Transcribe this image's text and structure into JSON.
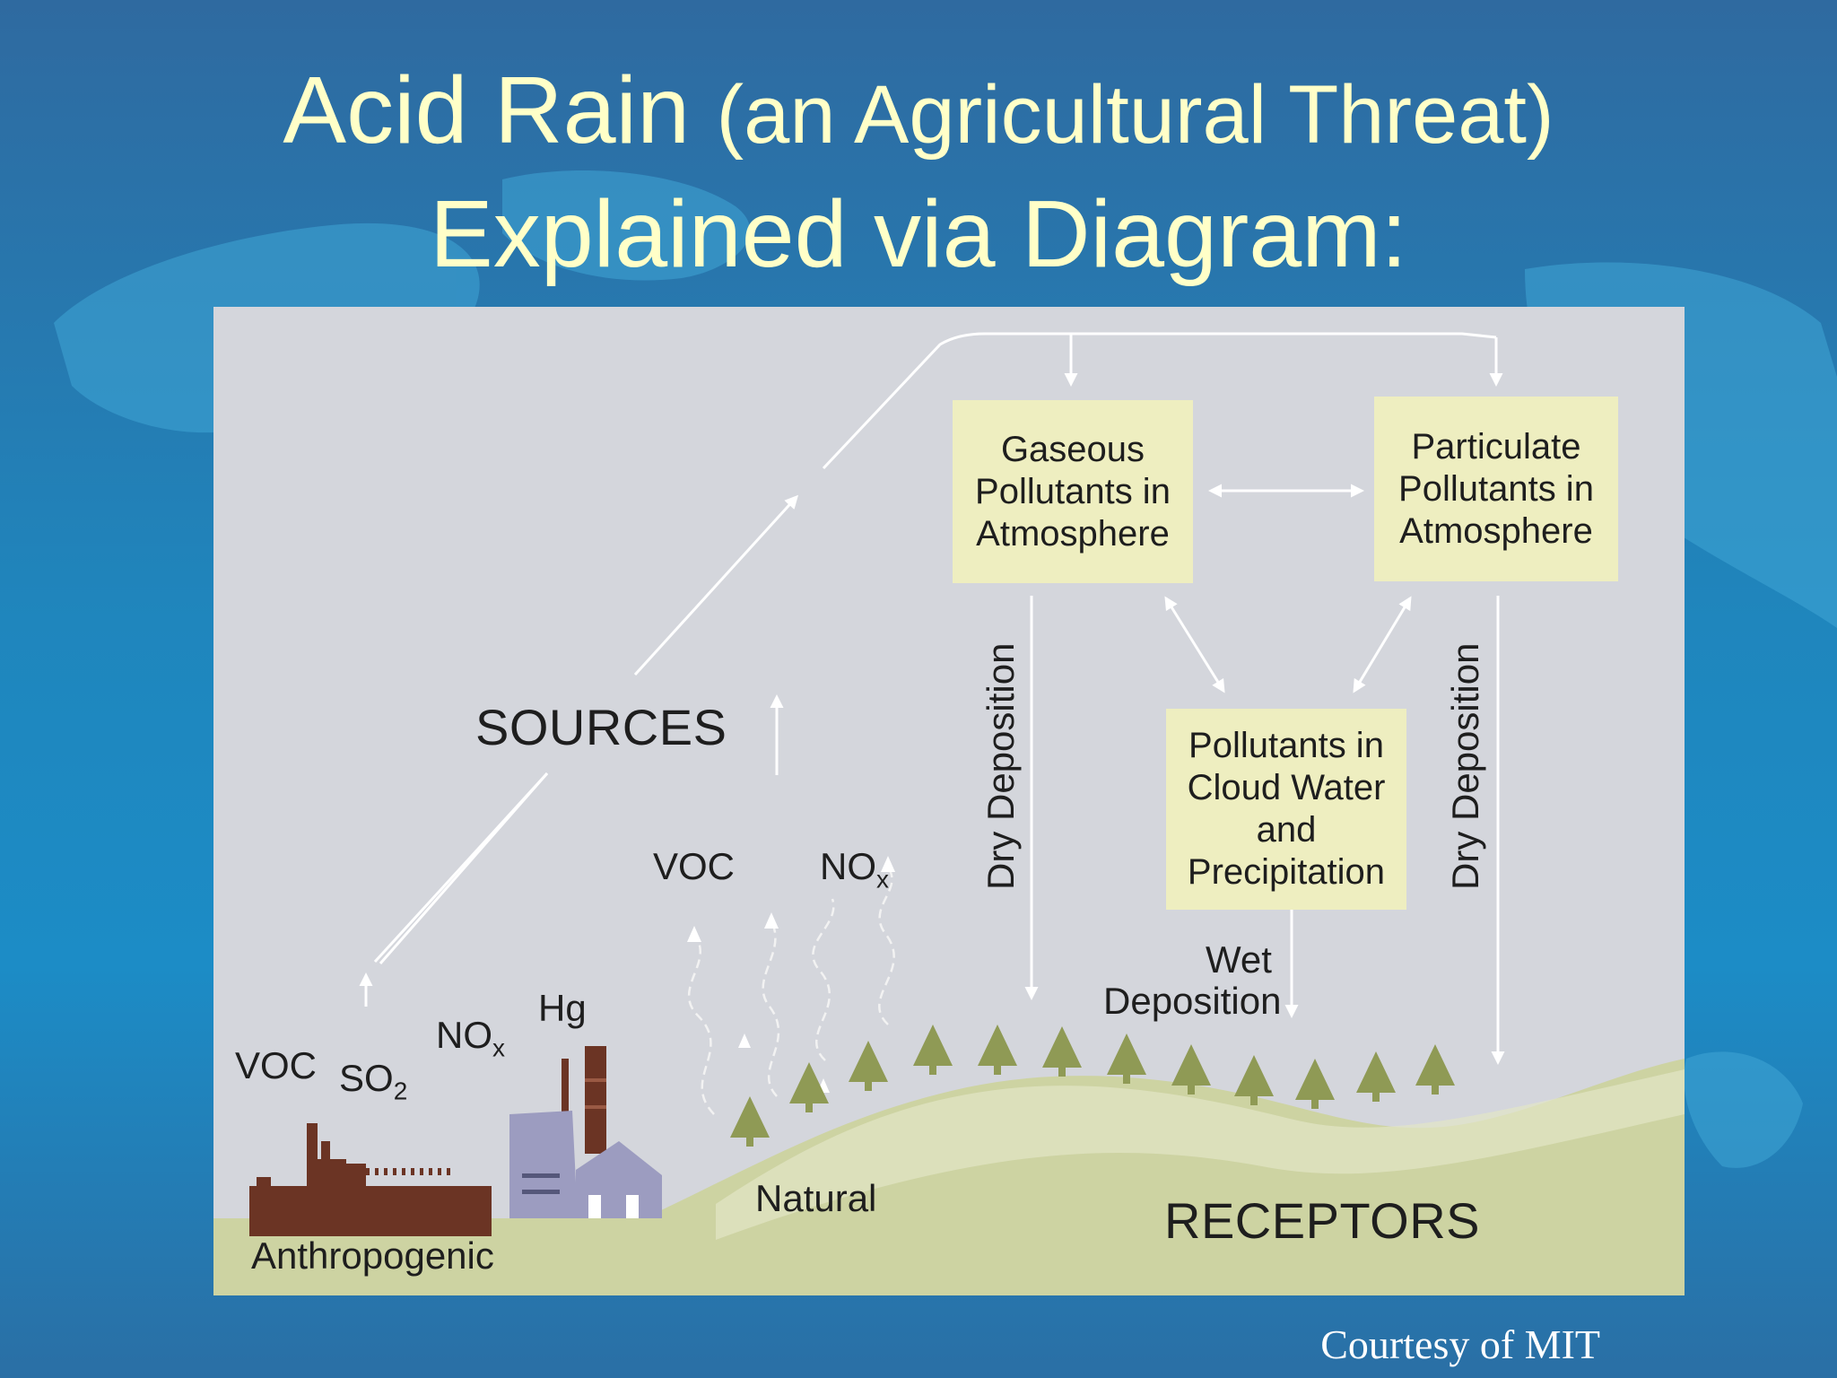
{
  "slide": {
    "title_line1_main": "Acid Rain",
    "title_line1_paren": "(an Agricultural Threat)",
    "title_line2": "Explained via Diagram:",
    "credit": "Courtesy of MIT"
  },
  "diagram": {
    "boxes": {
      "gaseous": "Gaseous\nPollutants in\nAtmosphere",
      "particulate": "Particulate\nPollutants in\nAtmosphere",
      "cloud": "Pollutants in\nCloud Water\nand\nPrecipitation"
    },
    "labels": {
      "sources": "SOURCES",
      "receptors": "RECEPTORS",
      "natural": "Natural",
      "anthropogenic": "Anthropogenic",
      "voc_natural": "VOC",
      "nox_natural": "NO",
      "nox_natural_sub": "x",
      "voc_anthro": "VOC",
      "so2": "SO",
      "so2_sub": "2",
      "nox_anthro": "NO",
      "nox_anthro_sub": "x",
      "hg": "Hg",
      "dry_deposition_left": "Dry Deposition",
      "dry_deposition_right": "Dry Deposition",
      "wet_deposition_line1": "Wet",
      "wet_deposition_line2": "Deposition"
    },
    "colors": {
      "panel": "#d4d6dc",
      "box_fill": "#eeeec0",
      "ground": "#cdd3a2",
      "tree": "#8f9a55",
      "factory": "#6b3424",
      "plant": "#9c9cc0",
      "title": "#ffffc8"
    }
  }
}
